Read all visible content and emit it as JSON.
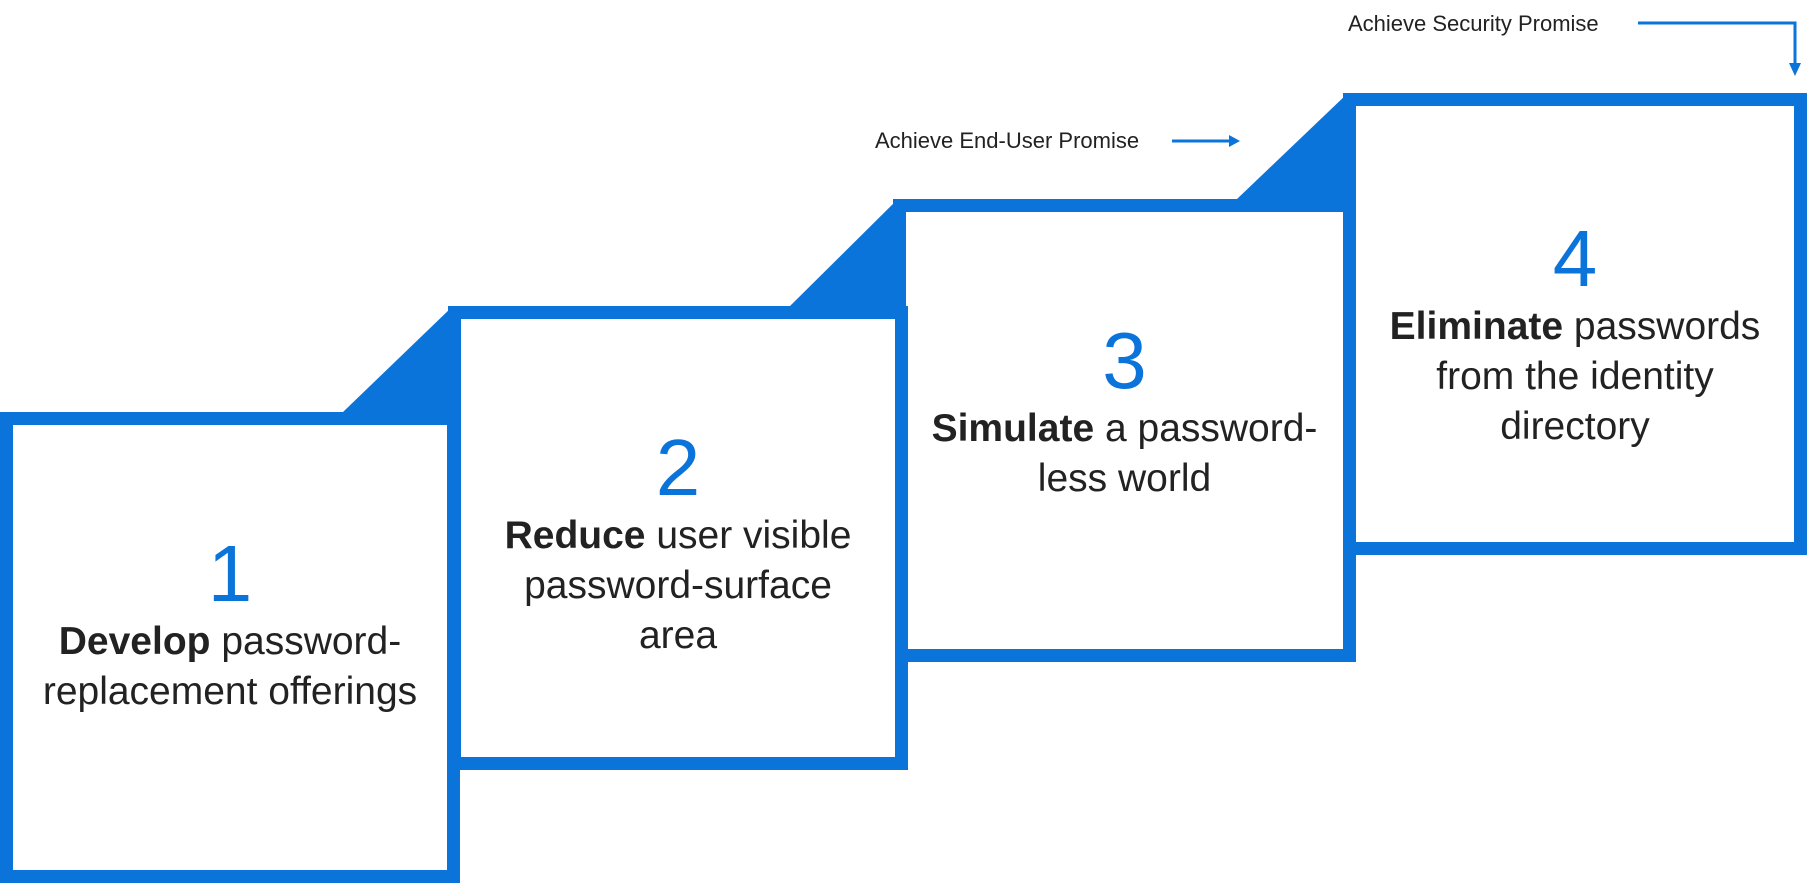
{
  "accent_color": "#0b74da",
  "steps": [
    {
      "number": "1",
      "bold": "Develop",
      "rest": " password-replacement offerings"
    },
    {
      "number": "2",
      "bold": "Reduce",
      "rest": " user visible password-surface area"
    },
    {
      "number": "3",
      "bold": "Simulate",
      "rest": " a password-less world"
    },
    {
      "number": "4",
      "bold": "Eliminate",
      "rest": " passwords from the identity directory"
    }
  ],
  "promises": {
    "end_user": "Achieve End-User Promise",
    "security": "Achieve Security Promise"
  }
}
